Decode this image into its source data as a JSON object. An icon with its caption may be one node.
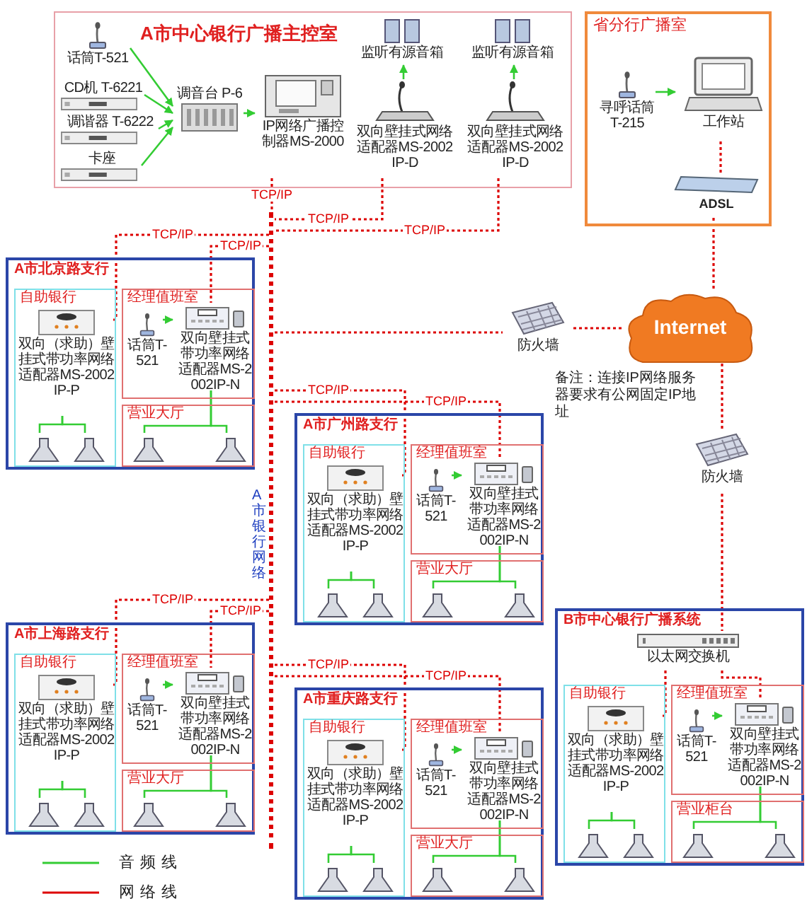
{
  "diagram": {
    "nodes": [
      {
        "text": [
          "A市中心银行广播主控室"
        ]
      },
      {
        "text": [
          "话筒T-521"
        ],
        "in": 0
      },
      {
        "text": [
          "CD机 T-6221"
        ],
        "in": 0
      },
      {
        "text": [
          "调谐器 T-6222"
        ],
        "in": 0
      },
      {
        "text": [
          "卡座"
        ],
        "in": 0
      },
      {
        "text": [
          "调音台 P-6"
        ],
        "in": 0
      },
      {
        "text": [
          "IP网络广播控制器MS-2000"
        ],
        "in": 0
      },
      {
        "text": [
          "双向壁挂式网络适配器MS-2002IP-D"
        ],
        "in": 0
      },
      {
        "text": [
          "监听有源音箱"
        ],
        "in": 0
      },
      {
        "text": [
          "双向壁挂式网络适配器MS-2002IP-D"
        ],
        "in": 0
      },
      {
        "text": [
          "监听有源音箱"
        ],
        "in": 0
      },
      {
        "text": [
          "省分行广播室"
        ]
      },
      {
        "text": [
          "寻呼话筒 T-215"
        ],
        "in": 11
      },
      {
        "text": [
          "工作站"
        ],
        "in": 11
      },
      {
        "text": [
          "ADSL"
        ],
        "in": 11
      },
      {
        "text": [
          "Internet"
        ]
      },
      {
        "text": [
          "防火墙"
        ]
      },
      {
        "text": [
          "防火墙"
        ]
      },
      {
        "text": [],
        "shape": "line",
        "beside": [
          "A市银行网络"
        ]
      },
      {
        "text": [
          "A市北京路支行"
        ]
      },
      {
        "text": [
          "经理值班室"
        ],
        "in": 19
      },
      {
        "text": [
          "话筒T-521"
        ],
        "in": 20
      },
      {
        "text": [
          "双向壁挂式带功率网络适配器MS-2002IP-N"
        ],
        "in": 20
      },
      {
        "text": [
          "自助银行"
        ],
        "in": 19
      },
      {
        "text": [
          "双向（求助）壁挂式带功率网络适配器MS-2002IP-P"
        ],
        "in": 23
      },
      {
        "text": [],
        "shape": "speaker",
        "in": 23
      },
      {
        "text": [],
        "shape": "speaker",
        "in": 23
      },
      {
        "text": [
          "营业大厅"
        ],
        "in": 19
      },
      {
        "text": [],
        "shape": "speaker",
        "in": 27
      },
      {
        "text": [],
        "shape": "speaker",
        "in": 27
      },
      {
        "text": [
          "A市广州路支行"
        ]
      },
      {
        "text": [
          "经理值班室"
        ],
        "in": 30
      },
      {
        "text": [
          "话筒T-521"
        ],
        "in": 31
      },
      {
        "text": [
          "双向壁挂式带功率网络适配器MS-2002IP-N"
        ],
        "in": 31
      },
      {
        "text": [
          "自助银行"
        ],
        "in": 30
      },
      {
        "text": [
          "双向（求助）壁挂式带功率网络适配器MS-2002IP-P"
        ],
        "in": 34
      },
      {
        "text": [],
        "shape": "speaker",
        "in": 34
      },
      {
        "text": [],
        "shape": "speaker",
        "in": 34
      },
      {
        "text": [
          "营业大厅"
        ],
        "in": 30
      },
      {
        "text": [],
        "shape": "speaker",
        "in": 38
      },
      {
        "text": [],
        "shape": "speaker",
        "in": 38
      },
      {
        "text": [
          "A市上海路支行"
        ]
      },
      {
        "text": [
          "经理值班室"
        ],
        "in": 41
      },
      {
        "text": [
          "话筒T-521"
        ],
        "in": 42
      },
      {
        "text": [
          "双向壁挂式带功率网络适配器MS-2002IP-N"
        ],
        "in": 42
      },
      {
        "text": [
          "自助银行"
        ],
        "in": 41
      },
      {
        "text": [
          "双向（求助）壁挂式带功率网络适配器MS-2002IP-P"
        ],
        "in": 45
      },
      {
        "text": [],
        "shape": "speaker",
        "in": 45
      },
      {
        "text": [],
        "shape": "speaker",
        "in": 45
      },
      {
        "text": [
          "营业大厅"
        ],
        "in": 41
      },
      {
        "text": [],
        "shape": "speaker",
        "in": 49
      },
      {
        "text": [],
        "shape": "speaker",
        "in": 49
      },
      {
        "text": [
          "A市重庆路支行"
        ]
      },
      {
        "text": [
          "经理值班室"
        ],
        "in": 52
      },
      {
        "text": [
          "话筒T-521"
        ],
        "in": 53
      },
      {
        "text": [
          "双向壁挂式带功率网络适配器MS-2002IP-N"
        ],
        "in": 53
      },
      {
        "text": [
          "自助银行"
        ],
        "in": 52
      },
      {
        "text": [
          "双向（求助）壁挂式带功率网络适配器MS-2002IP-P"
        ],
        "in": 56
      },
      {
        "text": [],
        "shape": "speaker",
        "in": 56
      },
      {
        "text": [],
        "shape": "speaker",
        "in": 56
      },
      {
        "text": [
          "营业大厅"
        ],
        "in": 52
      },
      {
        "text": [],
        "shape": "speaker",
        "in": 60
      },
      {
        "text": [],
        "shape": "speaker",
        "in": 60
      },
      {
        "text": [
          "B市中心银行广播系统"
        ]
      },
      {
        "text": [
          "以太网交换机"
        ],
        "in": 63
      },
      {
        "text": [
          "经理值班室"
        ],
        "in": 63
      },
      {
        "text": [
          "话筒T-521"
        ],
        "in": 65
      },
      {
        "text": [
          "双向壁挂式带功率网络适配器MS-2002IP-N"
        ],
        "in": 65
      },
      {
        "text": [
          "自助银行"
        ],
        "in": 63
      },
      {
        "text": [
          "双向（求助）壁挂式带功率网络适配器MS-2002IP-P"
        ],
        "in": 68
      },
      {
        "text": [],
        "shape": "speaker",
        "in": 68
      },
      {
        "text": [],
        "shape": "speaker",
        "in": 68
      },
      {
        "text": [
          "营业柜台"
        ],
        "in": 63
      },
      {
        "text": [],
        "shape": "speaker",
        "in": 72
      },
      {
        "text": [],
        "shape": "speaker",
        "in": 72
      }
    ],
    "edges": [
      {
        "from": 1,
        "to": 5,
        "arrow": "to"
      },
      {
        "from": 2,
        "to": 5,
        "arrow": "to"
      },
      {
        "from": 3,
        "to": 5,
        "arrow": "to"
      },
      {
        "from": 4,
        "to": 5,
        "arrow": "to"
      },
      {
        "from": 5,
        "to": 6,
        "arrow": "to"
      },
      {
        "from": 7,
        "to": 8,
        "arrow": "to"
      },
      {
        "from": 9,
        "to": 10,
        "arrow": "to"
      },
      {
        "from": 12,
        "to": 13,
        "arrow": "to"
      },
      {
        "from": 13,
        "to": 14,
        "arrow": "none",
        "style": "dashed",
        "color": "#dd0000"
      },
      {
        "from": 14,
        "to": 15,
        "arrow": "none",
        "style": "dashed",
        "color": "#dd0000"
      },
      {
        "from": 6,
        "to": 18,
        "arrow": "none",
        "label": "TCP/IP",
        "style": "dashed",
        "color": "#dd0000"
      },
      {
        "from": 7,
        "to": 18,
        "arrow": "none",
        "label": "TCP/IP",
        "style": "dashed",
        "color": "#dd0000"
      },
      {
        "from": 9,
        "to": 18,
        "arrow": "none",
        "label": "TCP/IP",
        "style": "dashed",
        "color": "#dd0000"
      },
      {
        "from": 18,
        "to": 16,
        "arrow": "none",
        "style": "dashed",
        "color": "#dd0000"
      },
      {
        "from": 16,
        "to": 15,
        "arrow": "none",
        "style": "dashed",
        "color": "#dd0000"
      },
      {
        "from": 15,
        "to": 17,
        "arrow": "none",
        "style": "dashed",
        "color": "#dd0000"
      },
      {
        "from": 17,
        "to": 64,
        "arrow": "none",
        "style": "dashed",
        "color": "#dd0000"
      },
      {
        "from": 18,
        "to": 24,
        "arrow": "none",
        "label": "TCP/IP",
        "style": "dashed",
        "color": "#dd0000"
      },
      {
        "from": 18,
        "to": 22,
        "arrow": "none",
        "label": "TCP/IP",
        "style": "dashed",
        "color": "#dd0000"
      },
      {
        "from": 21,
        "to": 22,
        "arrow": "to"
      },
      {
        "from": 22,
        "to": 28,
        "arrow": "none"
      },
      {
        "from": 22,
        "to": 29,
        "arrow": "none"
      },
      {
        "from": 24,
        "to": 25,
        "arrow": "none"
      },
      {
        "from": 24,
        "to": 26,
        "arrow": "none"
      },
      {
        "from": 18,
        "to": 35,
        "arrow": "none",
        "label": "TCP/IP",
        "style": "dashed",
        "color": "#dd0000"
      },
      {
        "from": 18,
        "to": 33,
        "arrow": "none",
        "label": "TCP/IP",
        "style": "dashed",
        "color": "#dd0000"
      },
      {
        "from": 32,
        "to": 33,
        "arrow": "to"
      },
      {
        "from": 33,
        "to": 39,
        "arrow": "none"
      },
      {
        "from": 33,
        "to": 40,
        "arrow": "none"
      },
      {
        "from": 35,
        "to": 36,
        "arrow": "none"
      },
      {
        "from": 35,
        "to": 37,
        "arrow": "none"
      },
      {
        "from": 18,
        "to": 46,
        "arrow": "none",
        "label": "TCP/IP",
        "style": "dashed",
        "color": "#dd0000"
      },
      {
        "from": 18,
        "to": 44,
        "arrow": "none",
        "label": "TCP/IP",
        "style": "dashed",
        "color": "#dd0000"
      },
      {
        "from": 43,
        "to": 44,
        "arrow": "to"
      },
      {
        "from": 44,
        "to": 50,
        "arrow": "none"
      },
      {
        "from": 44,
        "to": 51,
        "arrow": "none"
      },
      {
        "from": 46,
        "to": 47,
        "arrow": "none"
      },
      {
        "from": 46,
        "to": 48,
        "arrow": "none"
      },
      {
        "from": 18,
        "to": 57,
        "arrow": "none",
        "label": "TCP/IP",
        "style": "dashed",
        "color": "#dd0000"
      },
      {
        "from": 18,
        "to": 55,
        "arrow": "none",
        "label": "TCP/IP",
        "style": "dashed",
        "color": "#dd0000"
      },
      {
        "from": 54,
        "to": 55,
        "arrow": "to"
      },
      {
        "from": 55,
        "to": 61,
        "arrow": "none"
      },
      {
        "from": 55,
        "to": 62,
        "arrow": "none"
      },
      {
        "from": 57,
        "to": 58,
        "arrow": "none"
      },
      {
        "from": 57,
        "to": 59,
        "arrow": "none"
      },
      {
        "from": 64,
        "to": 69,
        "arrow": "none",
        "style": "dashed",
        "color": "#dd0000"
      },
      {
        "from": 64,
        "to": 67,
        "arrow": "none",
        "style": "dashed",
        "color": "#dd0000"
      },
      {
        "from": 66,
        "to": 67,
        "arrow": "to"
      },
      {
        "from": 67,
        "to": 73,
        "arrow": "none"
      },
      {
        "from": 67,
        "to": 74,
        "arrow": "none"
      },
      {
        "from": 69,
        "to": 70,
        "arrow": "none"
      },
      {
        "from": 69,
        "to": 71,
        "arrow": "none"
      }
    ],
    "labels": [
      "备注：连接IP网络服务器要求有公网固定IP地址"
    ],
    "legend": [
      {
        "text": "音频线",
        "color": "#33cc33"
      },
      {
        "text": "网络线",
        "color": "#dd0000"
      }
    ]
  }
}
